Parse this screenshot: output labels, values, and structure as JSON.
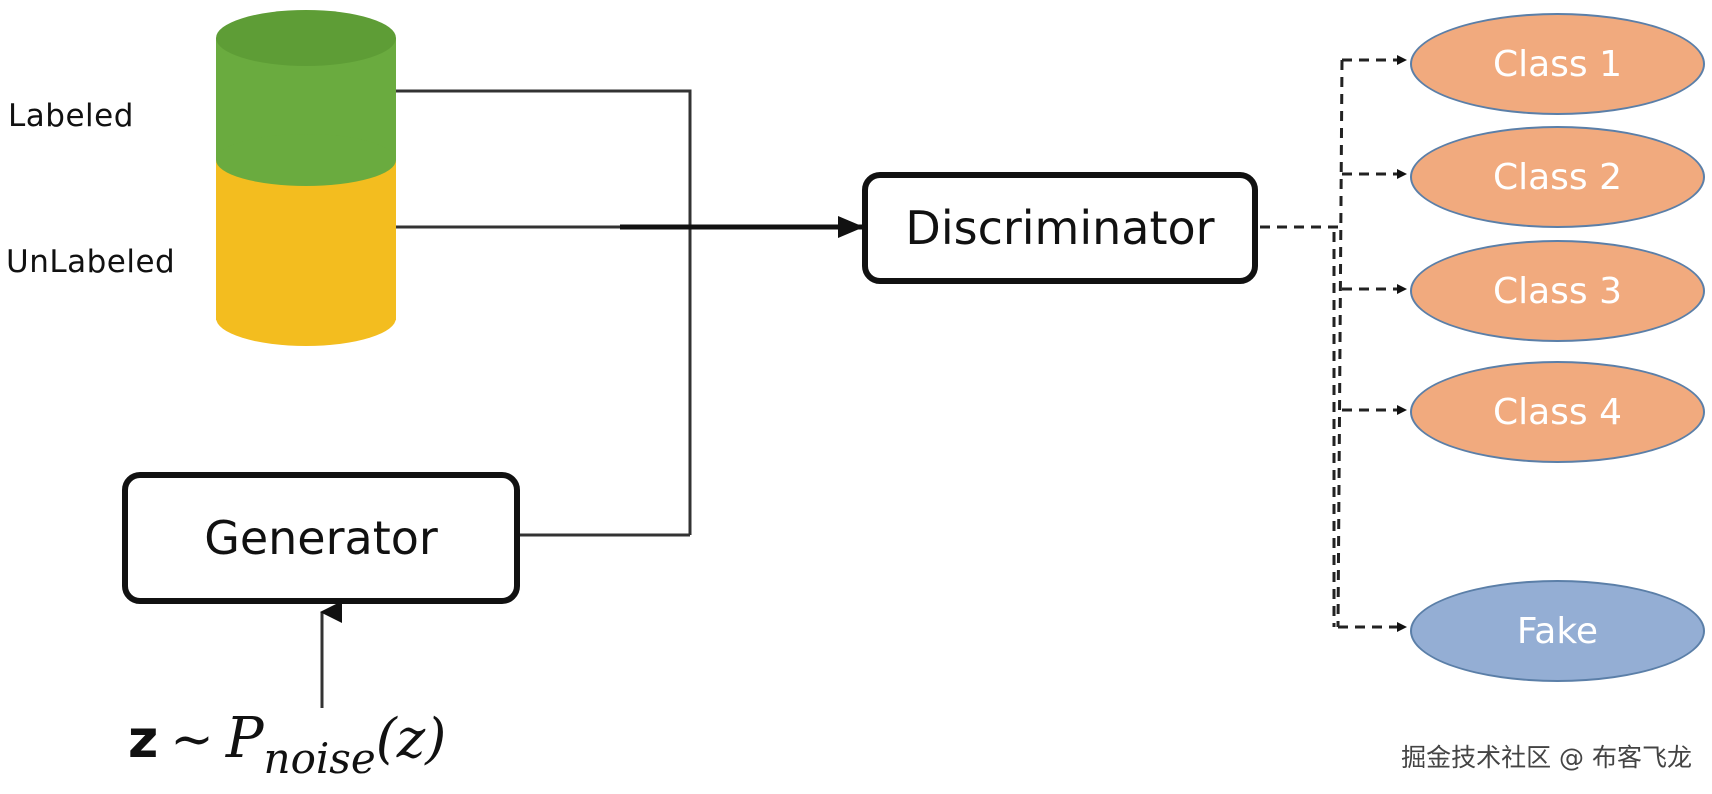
{
  "database": {
    "labeled_label": "Labeled",
    "unlabeled_label": "UnLabeled",
    "colors": {
      "labeled": "#6aab3f",
      "labeled_top": "#5e9d36",
      "unlabeled": "#f3bd1f"
    }
  },
  "generator": {
    "label": "Generator"
  },
  "discriminator": {
    "label": "Discriminator"
  },
  "noise": {
    "z": "z",
    "tilde": "~",
    "P": "P",
    "subscript": "noise",
    "argument": "(z)"
  },
  "outputs": [
    {
      "label": "Class 1",
      "color": "#f1aa7e"
    },
    {
      "label": "Class 2",
      "color": "#f1aa7e"
    },
    {
      "label": "Class 3",
      "color": "#f1aa7e"
    },
    {
      "label": "Class 4",
      "color": "#f1aa7e"
    },
    {
      "label": "Fake",
      "color": "#94aed4"
    }
  ],
  "watermark": "掘金技术社区 @ 布客飞龙"
}
